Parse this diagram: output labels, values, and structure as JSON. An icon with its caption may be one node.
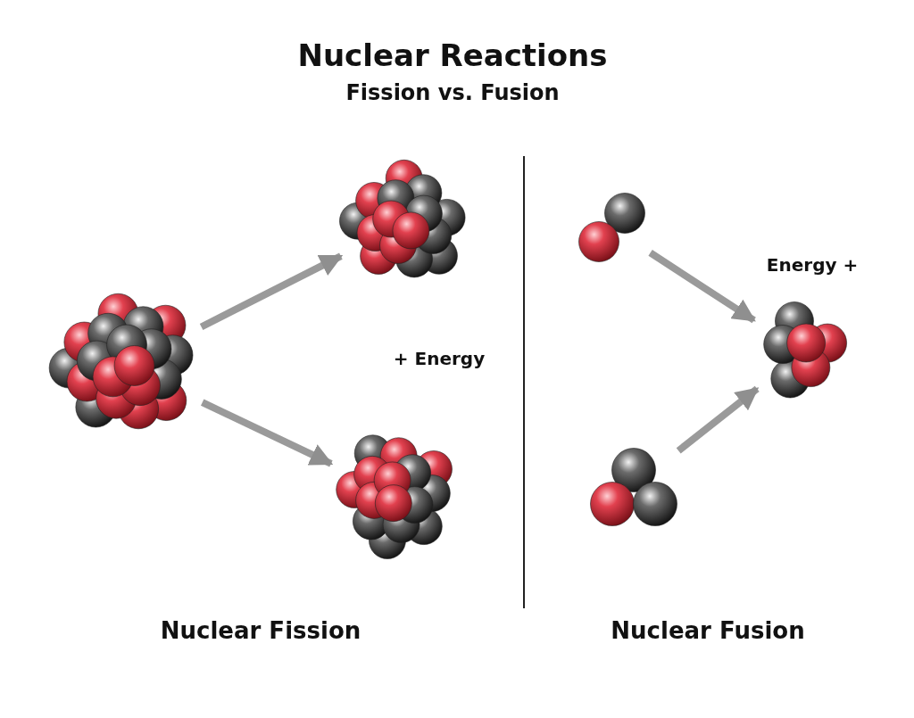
{
  "diagram": {
    "title": "Nuclear Reactions",
    "nodes": [
      {
        "text": [],
        "shape": "picture"
      },
      {
        "text": [],
        "shape": "picture"
      },
      {
        "text": [],
        "shape": "picture"
      },
      {
        "text": [],
        "shape": "picture"
      },
      {
        "text": [],
        "shape": "picture"
      },
      {
        "text": [],
        "shape": "picture"
      }
    ],
    "edges": [
      {
        "from": 0,
        "to": 1,
        "arrow": "to"
      },
      {
        "from": 0,
        "to": 2,
        "arrow": "to"
      },
      {
        "from": 3,
        "to": 5,
        "arrow": "to"
      },
      {
        "from": 4,
        "to": 5,
        "arrow": "to"
      }
    ],
    "labels": [
      "Fission vs. Fusion",
      "+ Energy",
      "Energy +",
      "Nuclear Fission",
      "Nuclear Fusion"
    ]
  }
}
